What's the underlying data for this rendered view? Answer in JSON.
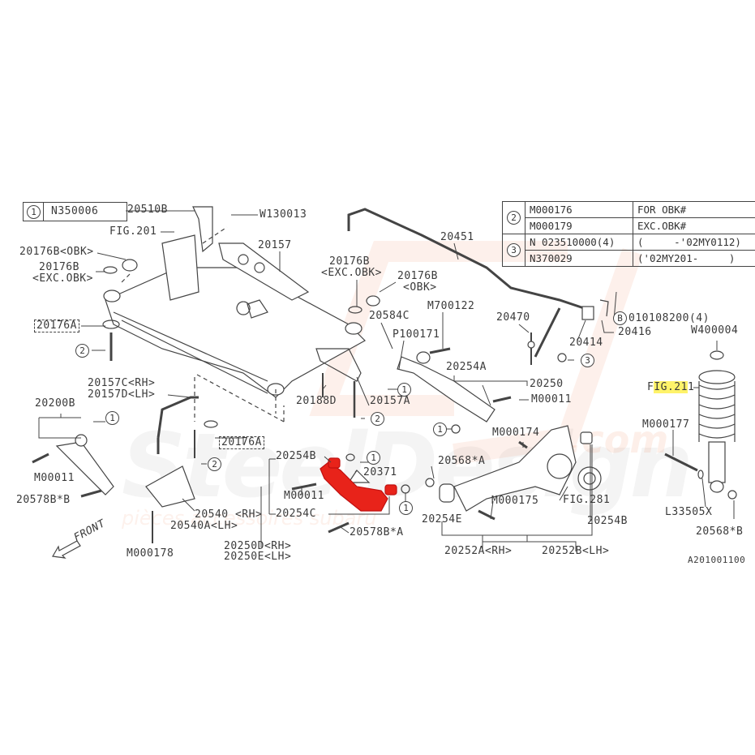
{
  "watermark": {
    "brand": "SteelDesign",
    "domain": ".com",
    "tagline": "pièces accessoires subaru"
  },
  "legend_top_left": {
    "ref": "1",
    "part": "N350006"
  },
  "legend_table": {
    "rows": [
      {
        "ref": "2",
        "part": "M000176",
        "note": "FOR OBK#"
      },
      {
        "ref": "",
        "part": "M000179",
        "note": "EXC.OBK#"
      },
      {
        "ref": "3",
        "part": "N 023510000(4)",
        "note": "(     -'02MY0112)"
      },
      {
        "ref": "",
        "part": "N370029",
        "note": "('02MY201-     )"
      }
    ]
  },
  "labels": {
    "p20510B": "20510B",
    "w130013": "W130013",
    "fig201": "FIG.201",
    "p20157": "20157",
    "p20176B_obk": "20176B<OBK>",
    "p20176B_exc1": "20176B",
    "p20176B_exc2": "<EXC.OBK>",
    "p20176A": "20176A",
    "p20157C": "20157C<RH>",
    "p20157D": "20157D<LH>",
    "p20200B": "20200B",
    "m00011_a": "M00011",
    "p20578BB": "20578B*B",
    "front": "FRONT",
    "m000178": "M000178",
    "p20176A_b": "20176A",
    "p20540": "20540 <RH>",
    "p20540A": "20540A<LH>",
    "p20176B_exc_c1": "20176B",
    "p20176B_exc_c2": "<EXC.OBK>",
    "p20176B_obk_c1": "20176B",
    "p20176B_obk_c2": "<OBK>",
    "p20584C": "20584C",
    "p100171": "P100171",
    "m700122": "M700122",
    "p20188D": "20188D",
    "p20157A": "20157A",
    "p20451": "20451",
    "p20470": "20470",
    "p20414": "20414",
    "p20416": "20416",
    "b_part": "010108200(4)",
    "w400004": "W400004",
    "p20254A": "20254A",
    "p20250": "20250",
    "m00011_b": "M00011",
    "fig211_pre": "F",
    "fig211": "IG.21",
    "fig211_post": "1",
    "m000174": "M000174",
    "m000177": "M000177",
    "p20254B_a": "20254B",
    "p20371": "20371",
    "m00011_c": "M00011",
    "p20254C": "20254C",
    "p20578BA": "20578B*A",
    "p20250D": "20250D<RH>",
    "p20250E": "20250E<LH>",
    "p20568A": "20568*A",
    "p20254E": "20254E",
    "m000175": "M000175",
    "fig281": "FIG.281",
    "p20254B_b": "20254B",
    "l33505x": "L33505X",
    "p20568B": "20568*B",
    "p20252A": "20252A<RH>",
    "p20252B": "20252B<LH>",
    "diagram_id": "A201001100"
  },
  "callouts": {
    "one": "1",
    "two": "2",
    "three": "3",
    "b": "B"
  },
  "colors": {
    "highlight_part": "#e8231a",
    "highlight_label": "#fff36a",
    "line": "#444444"
  }
}
